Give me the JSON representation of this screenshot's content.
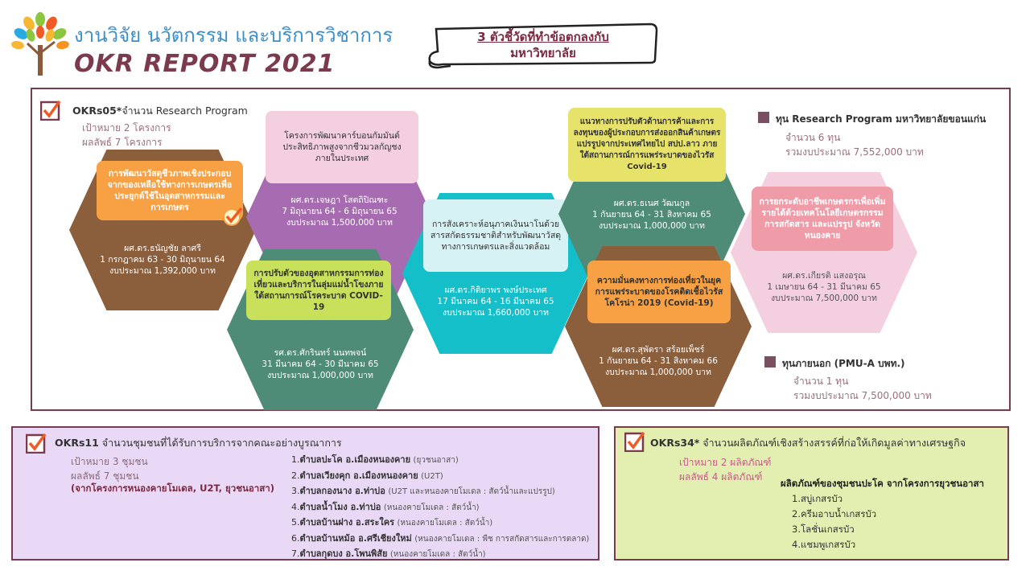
{
  "header": {
    "title_th": "งานวิจัย นวัตกรรม และบริการวิชาการ",
    "title_okr": "OKR REPORT 2021",
    "banner_line1": "3 ตัวชี้วัดที่ทำข้อตกลงกับ",
    "banner_line2": "มหาวิทยาลัย"
  },
  "okr05": {
    "code": "OKRs05*",
    "desc": "จำนวน Research Program",
    "target": "เป้าหมาย 2 โครงการ",
    "result": "ผลลัพธ์ 7 โครงการ"
  },
  "projects": [
    {
      "title": "การพัฒนาวัสดุชีวภาพเชิงประกอบจากของเหลือใช้ทางการเกษตรเพื่อประยุกต์ใช้ในอุตสาหกรรมและการเกษตร",
      "pi": "ผศ.ดร.ธนัญชัย ลาศรี",
      "period": "1 กรกฎาคม 63 - 30 มิถุนายน 64",
      "budget": "งบประมาณ 1,392,000 บาท"
    },
    {
      "title": "โครงการพัฒนาคาร์บอนกัมมันต์ประสิทธิภาพสูงจากชีวมวลกัญชงภายในประเทศ",
      "pi": "ผศ.ดร.เจษฎา โสตถิปิณฑะ",
      "period": "7 มิถุนายน 64 - 6 มิถุนายน 65",
      "budget": "งบประมาณ 1,500,000 บาท"
    },
    {
      "title": "การสังเคราะห์อนุภาคเงินนาโนด้วยสารสกัดธรรมชาติสำหรับพัฒนาวัสดุทางการเกษตรและสิ่งแวดล้อม",
      "pi": "ผศ.ดร.กิติยาพร พงษ์ประเทศ",
      "period": "17 มีนาคม 64 - 16 มีนาคม 65",
      "budget": "งบประมาณ 1,660,000 บาท"
    },
    {
      "title": "แนวทางการปรับตัวด้านการค้าและการลงทุนของผู้ประกอบการส่งออกสินค้าเกษตรแปรรูปจากประเทศไทยไป สปป.ลาว ภายใต้สถานการณ์การแพร่ระบาดของไวรัส Covid-19",
      "pi": "ผศ.ดร.ธเนศ วัฒนกูล",
      "period": "1 กันยายน 64 - 31 สิงหาคม 65",
      "budget": "งบประมาณ 1,000,000 บาท"
    },
    {
      "title": "การปรับตัวของอุตสาหกรรมการท่องเที่ยวและบริการในลุ่มแม่น้ำโขงภายใต้สถานการณ์โรคระบาด COVID-19",
      "pi": "รศ.ดร.ศักรินทร์ นนทพจน์",
      "period": "31 มีนาคม 64 - 30 มีนาคม 65",
      "budget": "งบประมาณ 1,000,000 บาท"
    },
    {
      "title": "ความมั่นคงทางการท่องเที่ยวในยุคการแพร่ระบาดของโรคติดเชื้อไวรัสโคโรน่า 2019 (Covid-19)",
      "pi": "ผศ.ดร.สุพัตรา สร้อยเพ็ชร์",
      "period": "1 กันยายน 64 - 31 สิงหาคม 66",
      "budget": "งบประมาณ 1,000,000 บาท"
    },
    {
      "title": "การยกระดับอาชีพเกษตรกรเพื่อเพิ่มรายได้ด้วยเทคโนโลยีเกษตรกรรม การสกัดสาร และแปรรูป จังหวัดหนองคาย",
      "pi": "ผศ.ดร.เกียรติ แสงอรุณ",
      "period": "1 เมษายน 64 - 31 มีนาคม 65",
      "budget": "งบประมาณ 7,500,000 บาท"
    }
  ],
  "legend": {
    "kku_title": "ทุน Research Program มหาวิทยาลัยขอนแก่น",
    "kku_count": "จำนวน 6 ทุน",
    "kku_budget": "รวมงบประมาณ 7,552,000 บาท",
    "ext_title": "ทุนภายนอก (PMU-A บพท.)",
    "ext_count": "จำนวน 1 ทุน",
    "ext_budget": "รวมงบประมาณ 7,500,000 บาท"
  },
  "okr11": {
    "code": "OKRs11",
    "desc": "จำนวนชุมชนที่ได้รับการบริการจากคณะอย่างบูรณาการ",
    "target": "เป้าหมาย 3 ชุมชน",
    "result": "ผลลัพธ์ 7 ชุมชน",
    "source": "(จากโครงการหนองคายโมเดล, U2T, ยุวชนอาสา)",
    "communities": [
      {
        "no": "1.",
        "name": "ตำบลปะโค อ.เมืองหนองคาย",
        "note": "(ยุวชนอาสา)"
      },
      {
        "no": "2.",
        "name": "ตำบลเวียงคุก อ.เมืองหนองคาย",
        "note": "(U2T)"
      },
      {
        "no": "3.",
        "name": "ตำบลกองนาง อ.ท่าบ่อ",
        "note": "(U2T และหนองคายโมเดล : สัตว์น้ำและแปรรูป)"
      },
      {
        "no": "4.",
        "name": "ตำบลน้ำโมง อ.ท่าบ่อ",
        "note": "(หนองคายโมเดล : สัตว์น้ำ)"
      },
      {
        "no": "5.",
        "name": "ตำบลบ้านฝาง อ.สระใคร",
        "note": "(หนองคายโมเดล : สัตว์น้ำ)"
      },
      {
        "no": "6.",
        "name": "ตำบลบ้านหม้อ อ.ศรีเชียงใหม่",
        "note": "(หนองคายโมเดล : พืช การสกัดสารและการตลาด)"
      },
      {
        "no": "7.",
        "name": "ตำบลกุดบง อ.โพนพิสัย",
        "note": "(หนองคายโมเดล : สัตว์น้ำ)"
      }
    ]
  },
  "okr34": {
    "code": "OKRs34*",
    "desc": "จำนวนผลิตภัณฑ์เชิงสร้างสรรค์ที่ก่อให้เกิดมูลค่าทางเศรษฐกิจ",
    "target": "เป้าหมาย 2 ผลิตภัณฑ์",
    "result": "ผลลัพธ์ 4 ผลิตภัณฑ์",
    "products_title": "ผลิตภัณฑ์ของชุมชนปะโค จากโครงการยุวชนอาสา",
    "products": [
      "1.สบู่เกสรบัว",
      "2.ครีมอาบน้ำเกสรบัว",
      "3.โลชั่นเกสรบัว",
      "4.แชมพูเกสรบัว"
    ]
  }
}
